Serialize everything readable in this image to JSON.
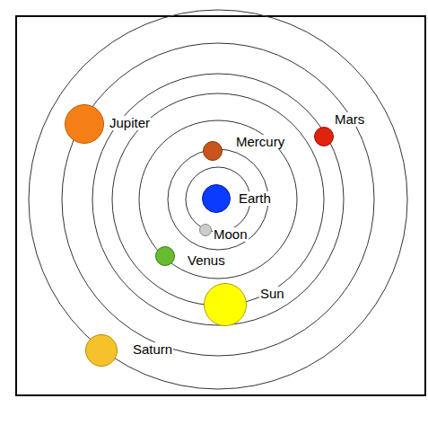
{
  "diagram": {
    "nodes": [
      {
        "text": [
          "Jupiter"
        ]
      },
      {
        "text": [
          "Mars"
        ]
      },
      {
        "text": [
          "Mercury"
        ]
      },
      {
        "text": [
          "Earth"
        ]
      },
      {
        "text": [
          "Moon"
        ]
      },
      {
        "text": [
          "Venus"
        ]
      },
      {
        "text": [
          "Sun"
        ]
      },
      {
        "text": [
          "Saturn"
        ]
      }
    ]
  }
}
